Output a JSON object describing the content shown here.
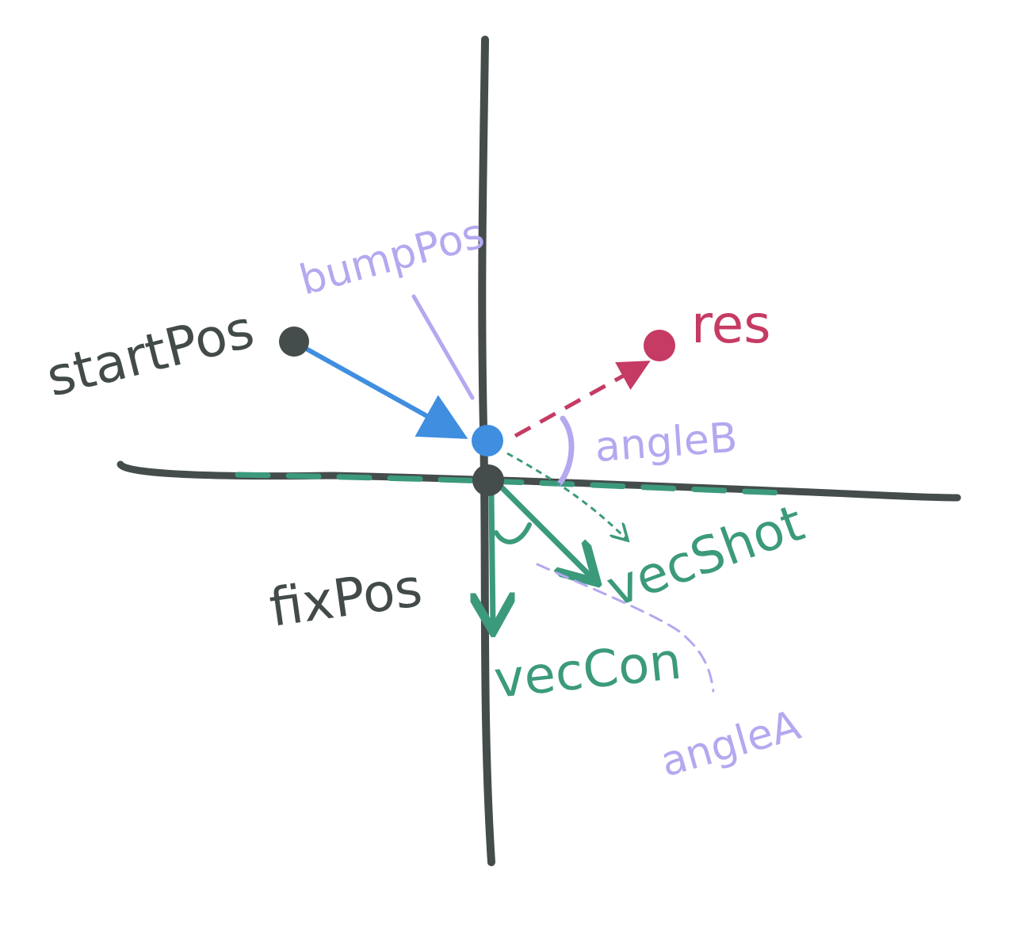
{
  "colors": {
    "axis": "#454c4c",
    "blue": "#3f8ee0",
    "purple": "#b4a8f0",
    "green": "#3c9a7c",
    "red": "#c53b63",
    "background": "#ffffff"
  },
  "labels": {
    "startPos": "startPos",
    "bumpPos": "bumpPos",
    "res": "res",
    "angleB": "angleB",
    "vecShot": "vecShot",
    "fixPos": "fixPos",
    "vecCon": "vecCon",
    "angleA": "angleA"
  }
}
